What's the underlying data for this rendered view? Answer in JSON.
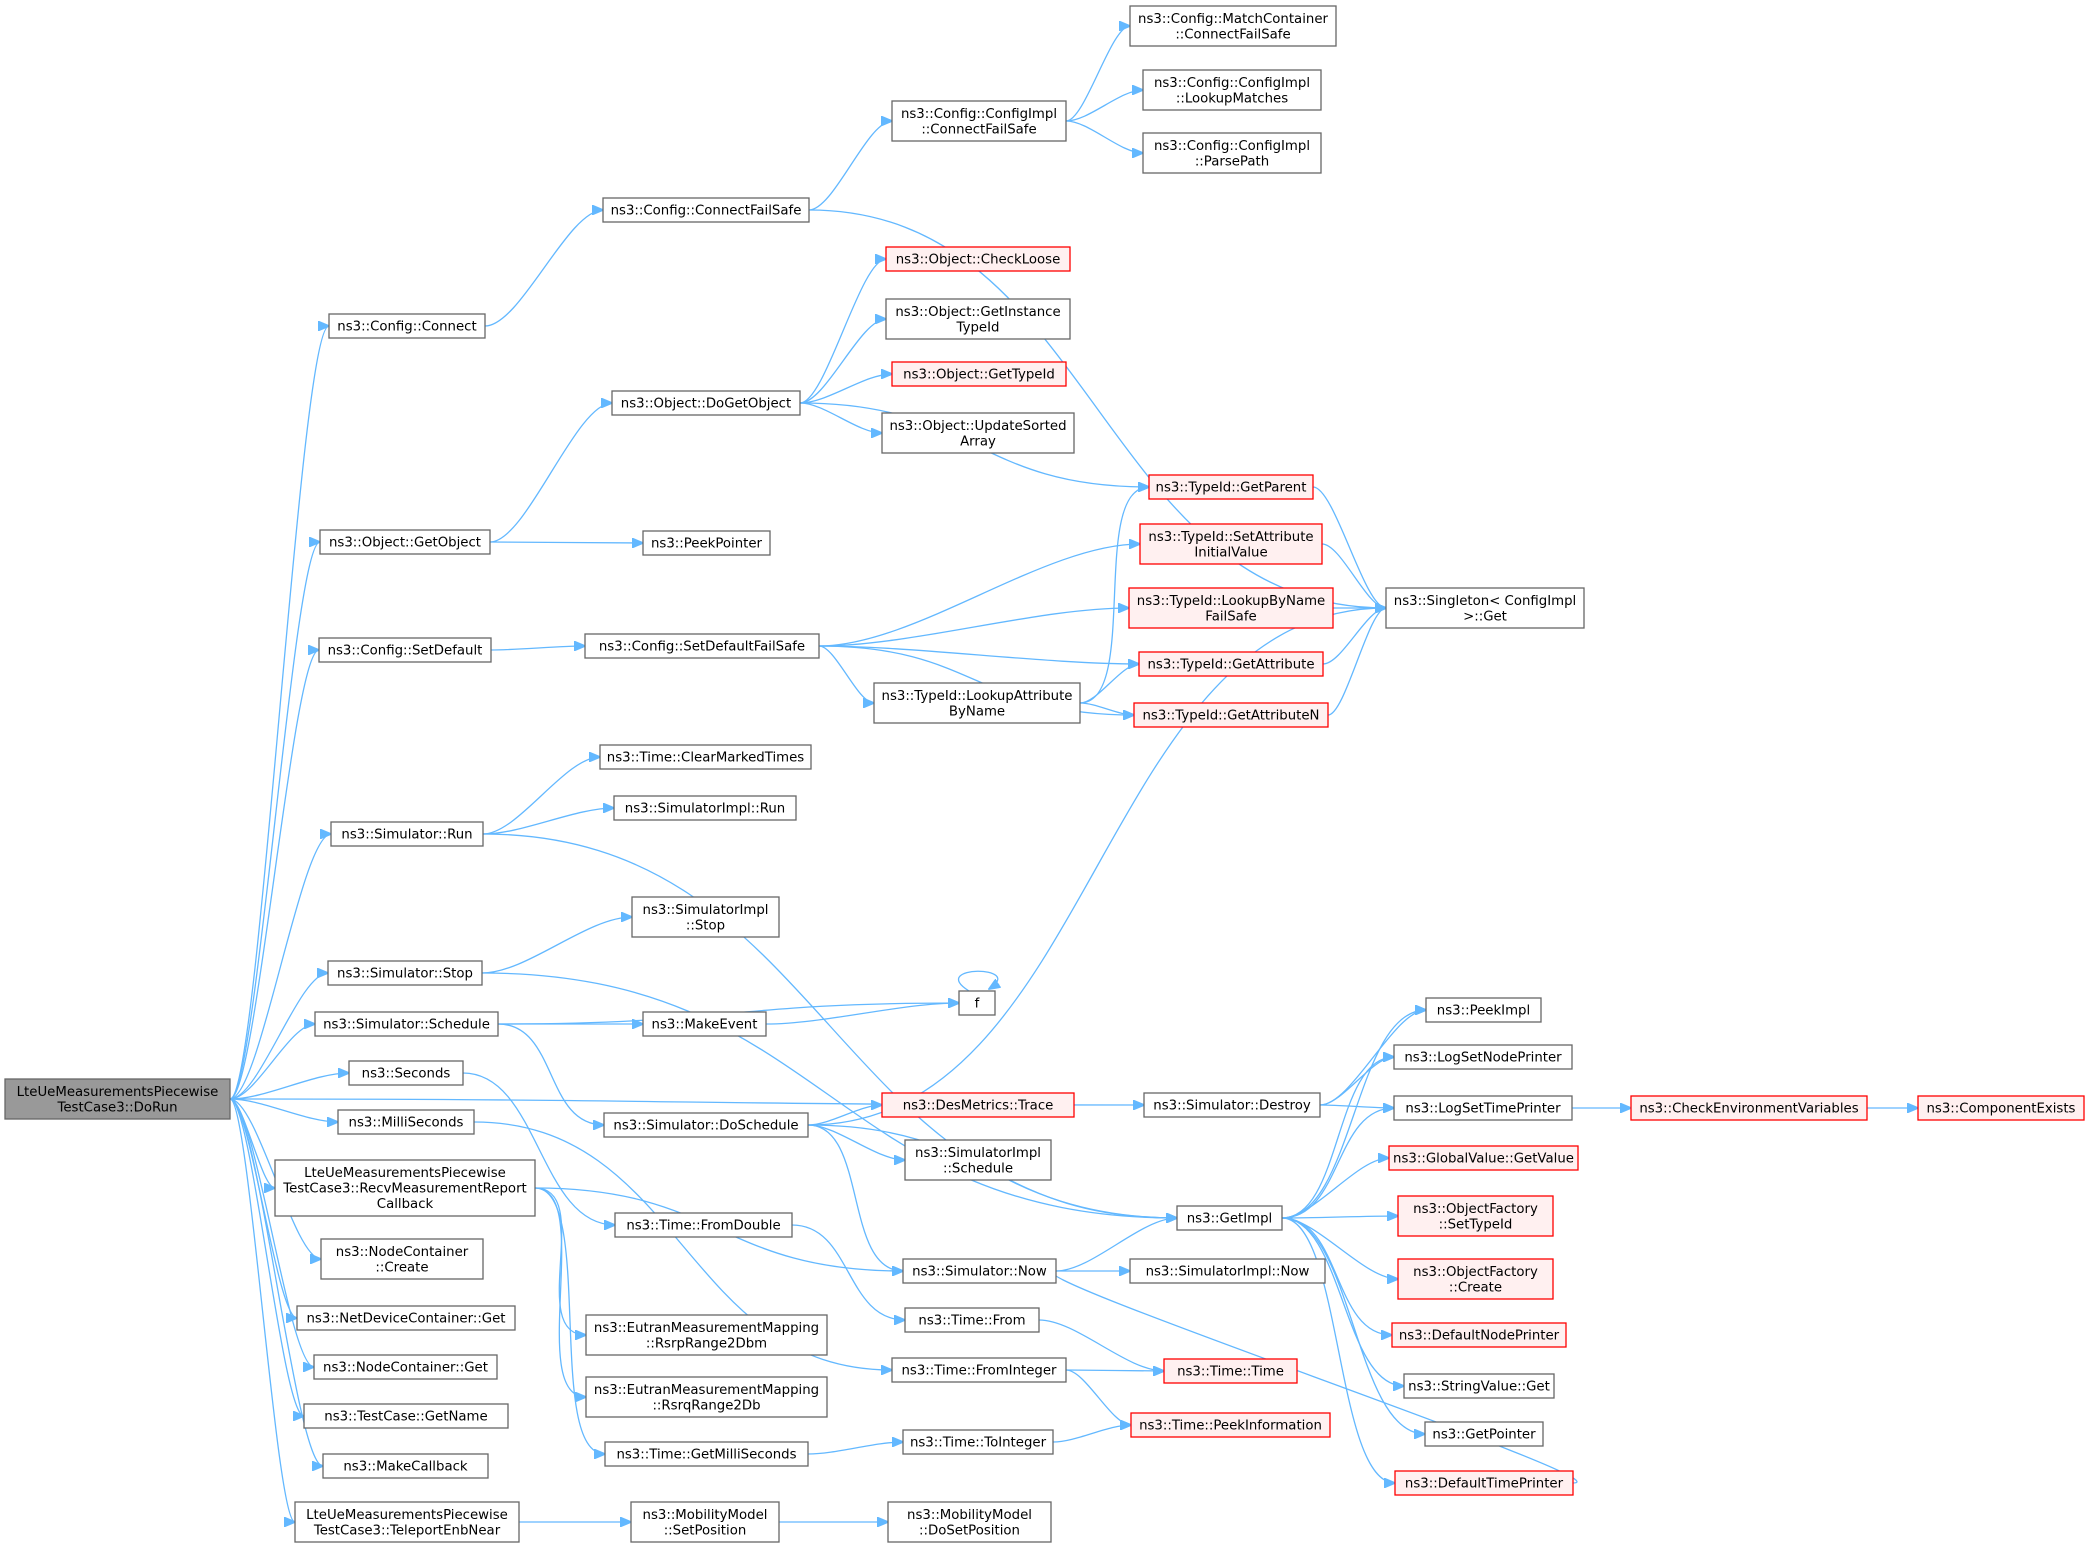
{
  "colors": {
    "edge": "#63b8ff",
    "node_border": "#666666",
    "truncated_border": "#ff0000",
    "truncated_fill": "#fff0f0",
    "root_fill": "#999999"
  },
  "nodes": [
    {
      "id": "dorun",
      "lines": [
        "LteUeMeasurementsPiecewise",
        "TestCase3::DoRun"
      ],
      "style": "root"
    },
    {
      "id": "cfg_connect",
      "lines": [
        "ns3::Config::Connect"
      ],
      "style": "normal"
    },
    {
      "id": "cfg_connectfailsafe",
      "lines": [
        "ns3::Config::ConnectFailSafe"
      ],
      "style": "normal"
    },
    {
      "id": "impl_connectfailsafe",
      "lines": [
        "ns3::Config::ConfigImpl",
        "::ConnectFailSafe"
      ],
      "style": "normal"
    },
    {
      "id": "match_connectfailsafe",
      "lines": [
        "ns3::Config::MatchContainer",
        "::ConnectFailSafe"
      ],
      "style": "normal"
    },
    {
      "id": "impl_lookupmatches",
      "lines": [
        "ns3::Config::ConfigImpl",
        "::LookupMatches"
      ],
      "style": "normal"
    },
    {
      "id": "impl_parsepath",
      "lines": [
        "ns3::Config::ConfigImpl",
        "::ParsePath"
      ],
      "style": "normal"
    },
    {
      "id": "singleton_get",
      "lines": [
        "ns3::Singleton< ConfigImpl",
        ">::Get"
      ],
      "style": "normal"
    },
    {
      "id": "obj_getobject",
      "lines": [
        "ns3::Object::GetObject"
      ],
      "style": "normal"
    },
    {
      "id": "obj_dogetobject",
      "lines": [
        "ns3::Object::DoGetObject"
      ],
      "style": "normal"
    },
    {
      "id": "obj_checkloose",
      "lines": [
        "ns3::Object::CheckLoose"
      ],
      "style": "trunc"
    },
    {
      "id": "obj_getinstancetypeid",
      "lines": [
        "ns3::Object::GetInstance",
        "TypeId"
      ],
      "style": "normal"
    },
    {
      "id": "obj_gettypeid",
      "lines": [
        "ns3::Object::GetTypeId"
      ],
      "style": "trunc"
    },
    {
      "id": "obj_updatesorted",
      "lines": [
        "ns3::Object::UpdateSorted",
        "Array"
      ],
      "style": "normal"
    },
    {
      "id": "peekpointer",
      "lines": [
        "ns3::PeekPointer"
      ],
      "style": "normal"
    },
    {
      "id": "tid_getparent",
      "lines": [
        "ns3::TypeId::GetParent"
      ],
      "style": "trunc"
    },
    {
      "id": "tid_setattrinit",
      "lines": [
        "ns3::TypeId::SetAttribute",
        "InitialValue"
      ],
      "style": "trunc"
    },
    {
      "id": "tid_lookupbyname",
      "lines": [
        "ns3::TypeId::LookupByName",
        "FailSafe"
      ],
      "style": "trunc"
    },
    {
      "id": "tid_getattribute",
      "lines": [
        "ns3::TypeId::GetAttribute"
      ],
      "style": "trunc"
    },
    {
      "id": "tid_getattributen",
      "lines": [
        "ns3::TypeId::GetAttributeN"
      ],
      "style": "trunc"
    },
    {
      "id": "tid_lookupattr",
      "lines": [
        "ns3::TypeId::LookupAttribute",
        "ByName"
      ],
      "style": "normal"
    },
    {
      "id": "cfg_setdefault",
      "lines": [
        "ns3::Config::SetDefault"
      ],
      "style": "normal"
    },
    {
      "id": "cfg_setdefaultfailsafe",
      "lines": [
        "ns3::Config::SetDefaultFailSafe"
      ],
      "style": "normal"
    },
    {
      "id": "time_clearmarked",
      "lines": [
        "ns3::Time::ClearMarkedTimes"
      ],
      "style": "normal"
    },
    {
      "id": "simimpl_run",
      "lines": [
        "ns3::SimulatorImpl::Run"
      ],
      "style": "normal"
    },
    {
      "id": "sim_run",
      "lines": [
        "ns3::Simulator::Run"
      ],
      "style": "normal"
    },
    {
      "id": "simimpl_stop",
      "lines": [
        "ns3::SimulatorImpl",
        "::Stop"
      ],
      "style": "normal"
    },
    {
      "id": "sim_stop",
      "lines": [
        "ns3::Simulator::Stop"
      ],
      "style": "normal"
    },
    {
      "id": "f",
      "lines": [
        "f"
      ],
      "style": "normal"
    },
    {
      "id": "sim_schedule",
      "lines": [
        "ns3::Simulator::Schedule"
      ],
      "style": "normal"
    },
    {
      "id": "makeevent",
      "lines": [
        "ns3::MakeEvent"
      ],
      "style": "normal"
    },
    {
      "id": "seconds",
      "lines": [
        "ns3::Seconds"
      ],
      "style": "normal"
    },
    {
      "id": "milliseconds",
      "lines": [
        "ns3::MilliSeconds"
      ],
      "style": "normal"
    },
    {
      "id": "sim_doschedule",
      "lines": [
        "ns3::Simulator::DoSchedule"
      ],
      "style": "normal"
    },
    {
      "id": "desmetrics",
      "lines": [
        "ns3::DesMetrics::Trace"
      ],
      "style": "trunc"
    },
    {
      "id": "simimpl_schedule",
      "lines": [
        "ns3::SimulatorImpl",
        "::Schedule"
      ],
      "style": "normal"
    },
    {
      "id": "sim_destroy",
      "lines": [
        "ns3::Simulator::Destroy"
      ],
      "style": "normal"
    },
    {
      "id": "peekimpl",
      "lines": [
        "ns3::PeekImpl"
      ],
      "style": "normal"
    },
    {
      "id": "logsetnodeprinter",
      "lines": [
        "ns3::LogSetNodePrinter"
      ],
      "style": "normal"
    },
    {
      "id": "logsettimeprinter",
      "lines": [
        "ns3::LogSetTimePrinter"
      ],
      "style": "normal"
    },
    {
      "id": "checkenv",
      "lines": [
        "ns3::CheckEnvironmentVariables"
      ],
      "style": "trunc"
    },
    {
      "id": "componentexists",
      "lines": [
        "ns3::ComponentExists"
      ],
      "style": "trunc"
    },
    {
      "id": "globalvalue",
      "lines": [
        "ns3::GlobalValue::GetValue"
      ],
      "style": "trunc"
    },
    {
      "id": "getimpl",
      "lines": [
        "ns3::GetImpl"
      ],
      "style": "normal"
    },
    {
      "id": "recvcallback",
      "lines": [
        "LteUeMeasurementsPiecewise",
        "TestCase3::RecvMeasurementReport",
        "Callback"
      ],
      "style": "normal"
    },
    {
      "id": "of_settypeid",
      "lines": [
        "ns3::ObjectFactory",
        "::SetTypeId"
      ],
      "style": "trunc"
    },
    {
      "id": "of_create",
      "lines": [
        "ns3::ObjectFactory",
        "::Create"
      ],
      "style": "trunc"
    },
    {
      "id": "time_fromdouble",
      "lines": [
        "ns3::Time::FromDouble"
      ],
      "style": "normal"
    },
    {
      "id": "sim_now",
      "lines": [
        "ns3::Simulator::Now"
      ],
      "style": "normal"
    },
    {
      "id": "simimpl_now",
      "lines": [
        "ns3::SimulatorImpl::Now"
      ],
      "style": "normal"
    },
    {
      "id": "nc_create",
      "lines": [
        "ns3::NodeContainer",
        "::Create"
      ],
      "style": "normal"
    },
    {
      "id": "ndc_get",
      "lines": [
        "ns3::NetDeviceContainer::Get"
      ],
      "style": "normal"
    },
    {
      "id": "time_from",
      "lines": [
        "ns3::Time::From"
      ],
      "style": "normal"
    },
    {
      "id": "defaultnodeprinter",
      "lines": [
        "ns3::DefaultNodePrinter"
      ],
      "style": "trunc"
    },
    {
      "id": "rsrp",
      "lines": [
        "ns3::EutranMeasurementMapping",
        "::RsrpRange2Dbm"
      ],
      "style": "normal"
    },
    {
      "id": "nc_get",
      "lines": [
        "ns3::NodeContainer::Get"
      ],
      "style": "normal"
    },
    {
      "id": "time_frominteger",
      "lines": [
        "ns3::Time::FromInteger"
      ],
      "style": "normal"
    },
    {
      "id": "time_time",
      "lines": [
        "ns3::Time::Time"
      ],
      "style": "trunc"
    },
    {
      "id": "rsrq",
      "lines": [
        "ns3::EutranMeasurementMapping",
        "::RsrqRange2Db"
      ],
      "style": "normal"
    },
    {
      "id": "stringvalue",
      "lines": [
        "ns3::StringValue::Get"
      ],
      "style": "normal"
    },
    {
      "id": "tc_getname",
      "lines": [
        "ns3::TestCase::GetName"
      ],
      "style": "normal"
    },
    {
      "id": "time_peekinfo",
      "lines": [
        "ns3::Time::PeekInformation"
      ],
      "style": "trunc"
    },
    {
      "id": "getpointer",
      "lines": [
        "ns3::GetPointer"
      ],
      "style": "normal"
    },
    {
      "id": "time_getmillis",
      "lines": [
        "ns3::Time::GetMilliSeconds"
      ],
      "style": "normal"
    },
    {
      "id": "time_tointeger",
      "lines": [
        "ns3::Time::ToInteger"
      ],
      "style": "normal"
    },
    {
      "id": "makecallback",
      "lines": [
        "ns3::MakeCallback"
      ],
      "style": "normal"
    },
    {
      "id": "defaulttimeprinter",
      "lines": [
        "ns3::DefaultTimePrinter"
      ],
      "style": "trunc"
    },
    {
      "id": "teleport",
      "lines": [
        "LteUeMeasurementsPiecewise",
        "TestCase3::TeleportEnbNear"
      ],
      "style": "normal"
    },
    {
      "id": "mm_setposition",
      "lines": [
        "ns3::MobilityModel",
        "::SetPosition"
      ],
      "style": "normal"
    },
    {
      "id": "mm_dosetposition",
      "lines": [
        "ns3::MobilityModel",
        "::DoSetPosition"
      ],
      "style": "normal"
    }
  ]
}
